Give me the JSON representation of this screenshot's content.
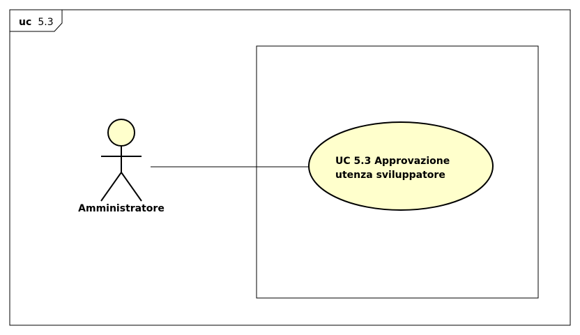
{
  "frame": {
    "keyword": "uc",
    "name": "5.3"
  },
  "actor": {
    "label": "Amministratore"
  },
  "use_case": {
    "line1": "UC 5.3 Approvazione",
    "line2": "utenza sviluppatore"
  },
  "colors": {
    "fill": "#ffffcc",
    "stroke": "#000000",
    "background": "#ffffff"
  }
}
